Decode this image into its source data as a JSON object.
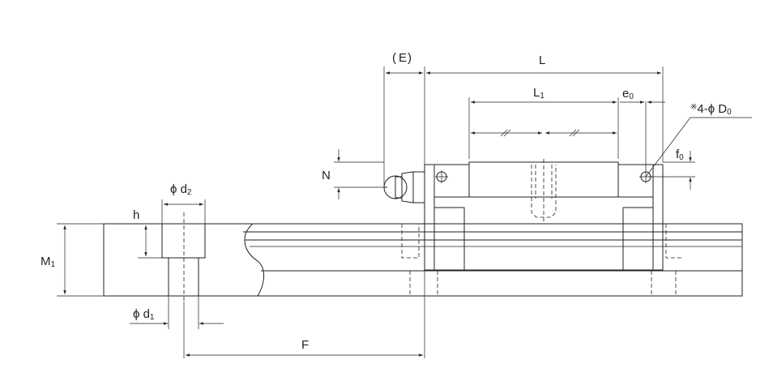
{
  "labels": {
    "E_open": "(",
    "E": "E",
    "E_close": ")",
    "L": "L",
    "L1": "L",
    "L1_sub": "1",
    "e0": "e",
    "e0_sub": "0",
    "D0_mark": "※",
    "D0_prefix": "4-ϕ D",
    "D0_sub": "0",
    "f0": "f",
    "f0_sub": "0",
    "N": "N",
    "d2": "ϕ d",
    "d2_sub": "2",
    "h": "h",
    "M1": "M",
    "M1_sub": "1",
    "d1": "ϕ d",
    "d1_sub": "1",
    "F": "F"
  },
  "colors": {
    "line": "#231f20",
    "background": "#ffffff"
  }
}
